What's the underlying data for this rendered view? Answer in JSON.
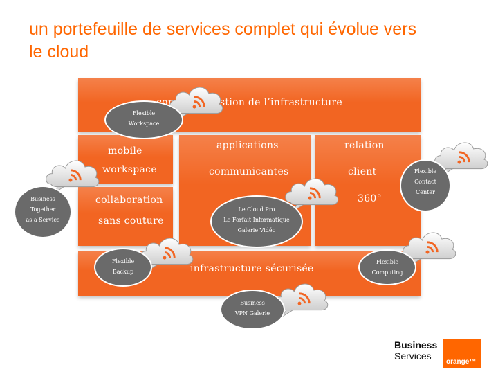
{
  "slide": {
    "title_line1": "un portefeuille de services complet qui évolue vers",
    "title_line2": "le cloud"
  },
  "blocks": {
    "infra_mgmt": {
      "line1": "conseil & gestion de l’infrastructure"
    },
    "mobile": {
      "line1": "mobile",
      "line2": "workspace"
    },
    "apps": {
      "line1": "applications",
      "line2": "communicantes"
    },
    "relation": {
      "line1": "relation",
      "line2": "client",
      "line3": "360°"
    },
    "collab": {
      "line1": "collaboration",
      "line2": "sans couture"
    },
    "secure": {
      "line1": "infrastructure sécurisée"
    }
  },
  "bubbles": {
    "flexible_workspace": {
      "line1": "Flexible",
      "line2": "Workspace"
    },
    "business_together": {
      "line1": "Business",
      "line2": "Together",
      "line3": "as a Service"
    },
    "cloud_pro": {
      "line1": "Le Cloud Pro",
      "line2": "Le Forfait Informatique",
      "line3": "Galerie Vidéo"
    },
    "flexible_contact": {
      "line1": "Flexible",
      "line2": "Contact",
      "line3": "Center"
    },
    "flexible_backup": {
      "line1": "Flexible",
      "line2": "Backup"
    },
    "flexible_computing": {
      "line1": "Flexible",
      "line2": "Computing"
    },
    "business_vpn": {
      "line1": "Business",
      "line2": "VPN Galerie"
    }
  },
  "logo": {
    "business": "Business",
    "services": "Services",
    "brand": "orange™"
  },
  "colors": {
    "accent": "#f26522",
    "bubble": "#6a6a6a",
    "title": "#ff6600"
  }
}
